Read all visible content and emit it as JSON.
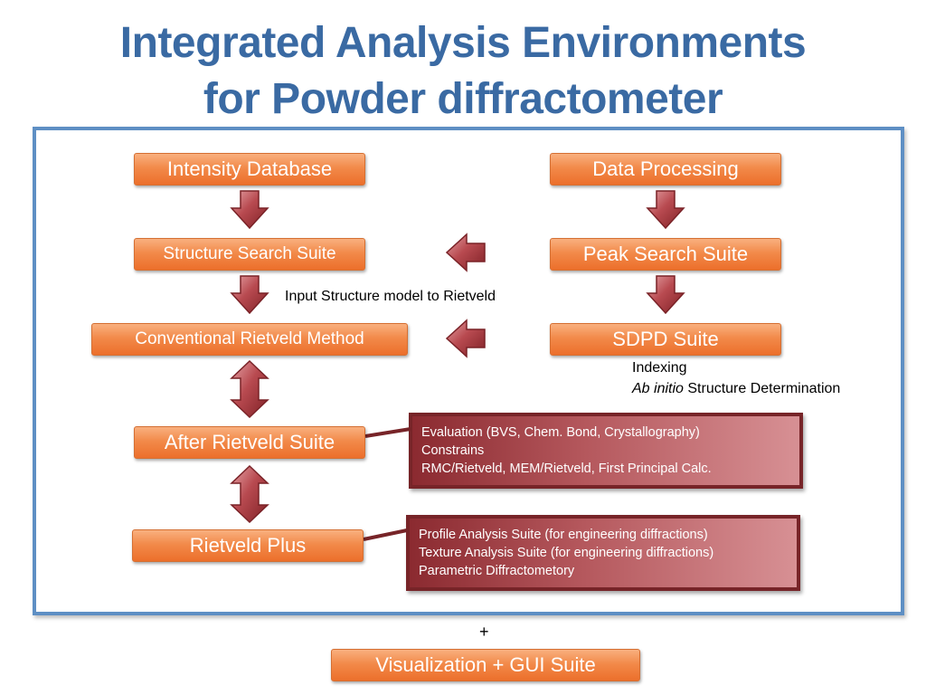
{
  "title": {
    "line1": "Integrated Analysis Environments",
    "line2": "for Powder diffractometer"
  },
  "boxes": {
    "intensity_database": "Intensity Database",
    "data_processing": "Data Processing",
    "structure_search_suite": "Structure Search Suite",
    "peak_search_suite": "Peak Search Suite",
    "conventional_rietveld": "Conventional Rietveld Method",
    "sdpd_suite": "SDPD Suite",
    "after_rietveld_suite": "After Rietveld Suite",
    "rietveld_plus": "Rietveld Plus",
    "visualization_gui_suite": "Visualization + GUI Suite"
  },
  "labels": {
    "input_structure": "Input Structure model to Rietveld",
    "indexing": "Indexing",
    "ab_initio": "Ab initio",
    "structure_determination": " Structure Determination",
    "plus": "+"
  },
  "notes": {
    "after_rietveld": [
      "Evaluation (BVS, Chem. Bond, Crystallography)",
      "Constrains",
      "RMC/Rietveld, MEM/Rietveld, First Principal Calc."
    ],
    "rietveld_plus": [
      "Profile Analysis Suite (for engineering diffractions)",
      "Texture Analysis Suite (for engineering diffractions)",
      "Parametric Diffractometory"
    ]
  },
  "colors": {
    "title": "#3a6aa3",
    "frame_border": "#5e8fc4",
    "box_orange": "#f28a4a",
    "arrow_red": "#a4373d",
    "note_red": "#8b2a30"
  }
}
